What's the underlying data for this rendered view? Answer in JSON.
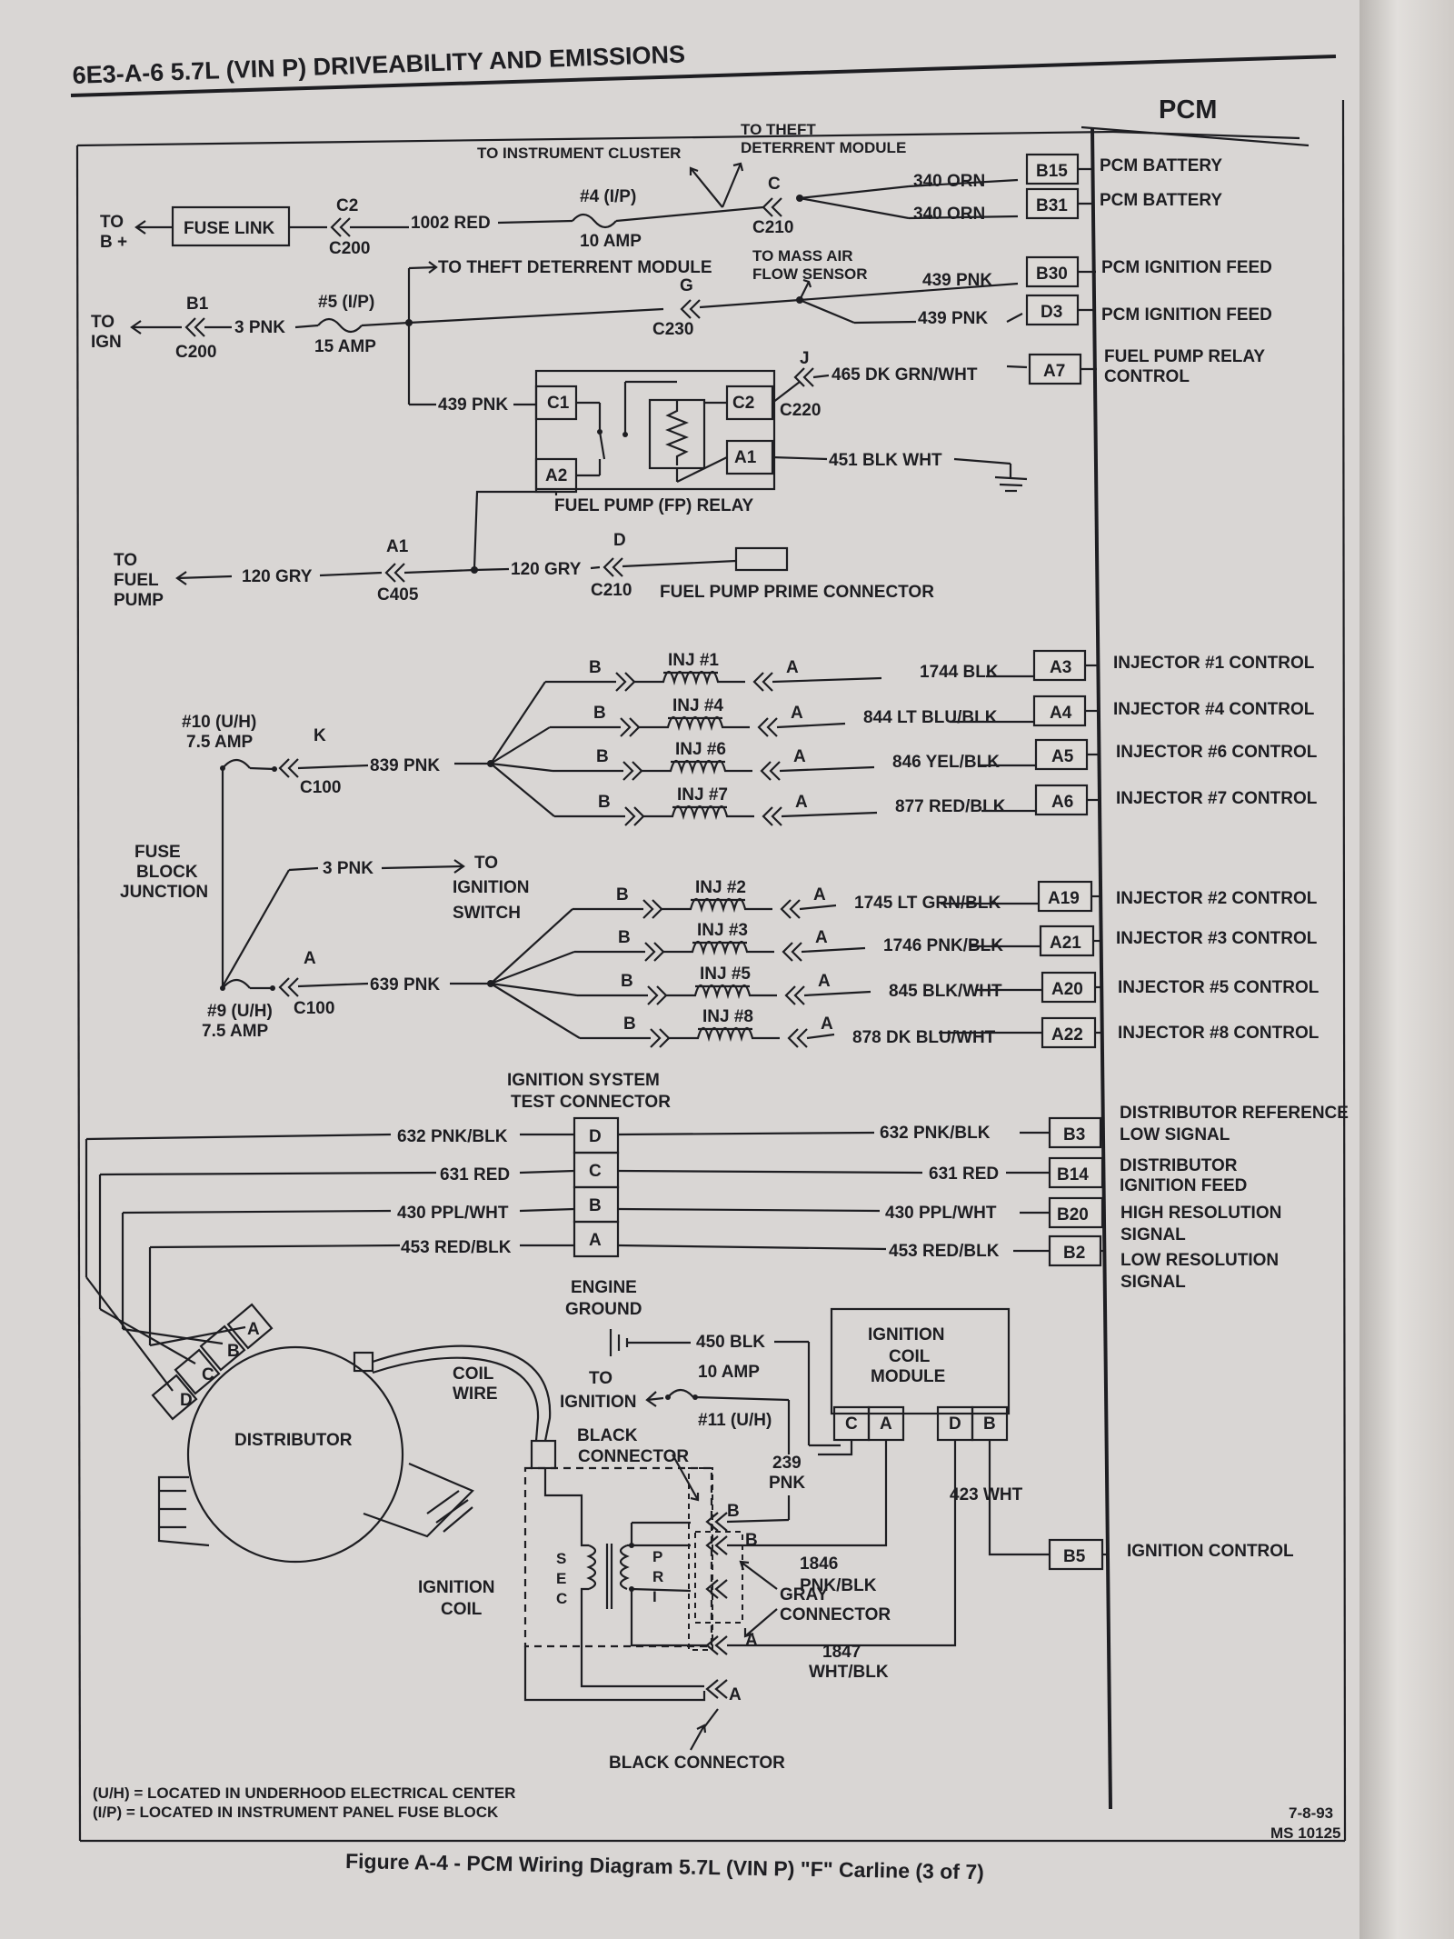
{
  "header": "6E3-A-6 5.7L (VIN P) DRIVEABILITY AND EMISSIONS",
  "pcm_title": "PCM",
  "caption": "Figure A-4 - PCM Wiring Diagram 5.7L (VIN P) \"F\" Carline (3 of 7)",
  "date_code": "7-8-93",
  "doc_code": "MS 10125",
  "footnotes": [
    "(U/H) = LOCATED IN UNDERHOOD ELECTRICAL CENTER",
    "(I/P) = LOCATED IN INSTRUMENT PANEL FUSE BLOCK"
  ],
  "pcm_pins": [
    {
      "pin": "B15",
      "label": [
        "PCM BATTERY"
      ],
      "wire": "340 ORN"
    },
    {
      "pin": "B31",
      "label": [
        "PCM BATTERY"
      ],
      "wire": "340 ORN"
    },
    {
      "pin": "B30",
      "label": [
        "PCM IGNITION FEED"
      ],
      "wire": "439 PNK"
    },
    {
      "pin": "D3",
      "label": [
        "PCM IGNITION FEED"
      ],
      "wire": "439 PNK"
    },
    {
      "pin": "A7",
      "label": [
        "FUEL PUMP RELAY",
        "CONTROL"
      ],
      "wire": "465 DK GRN/WHT"
    },
    {
      "pin": "A3",
      "label": [
        "INJECTOR #1 CONTROL"
      ],
      "wire": "1744 BLK"
    },
    {
      "pin": "A4",
      "label": [
        "INJECTOR #4 CONTROL"
      ],
      "wire": "844 LT BLU/BLK"
    },
    {
      "pin": "A5",
      "label": [
        "INJECTOR #6 CONTROL"
      ],
      "wire": "846 YEL/BLK"
    },
    {
      "pin": "A6",
      "label": [
        "INJECTOR #7 CONTROL"
      ],
      "wire": "877 RED/BLK"
    },
    {
      "pin": "A19",
      "label": [
        "INJECTOR #2 CONTROL"
      ],
      "wire": "1745 LT GRN/BLK"
    },
    {
      "pin": "A21",
      "label": [
        "INJECTOR #3 CONTROL"
      ],
      "wire": "1746 PNK/BLK"
    },
    {
      "pin": "A20",
      "label": [
        "INJECTOR #5 CONTROL"
      ],
      "wire": "845 BLK/WHT"
    },
    {
      "pin": "A22",
      "label": [
        "INJECTOR #8 CONTROL"
      ],
      "wire": "878 DK BLU/WHT"
    },
    {
      "pin": "B3",
      "label": [
        "DISTRIBUTOR REFERENCE",
        "LOW SIGNAL"
      ],
      "wire": "632 PNK/BLK"
    },
    {
      "pin": "B14",
      "label": [
        "DISTRIBUTOR",
        "IGNITION FEED"
      ],
      "wire": "631 RED"
    },
    {
      "pin": "B20",
      "label": [
        "HIGH RESOLUTION",
        "SIGNAL"
      ],
      "wire": "430 PPL/WHT"
    },
    {
      "pin": "B2",
      "label": [
        "LOW RESOLUTION",
        "SIGNAL"
      ],
      "wire": "453 RED/BLK"
    },
    {
      "pin": "B5",
      "label": [
        "IGNITION CONTROL"
      ],
      "wire": ""
    }
  ],
  "injectors_bank1": [
    {
      "name": "INJ #1"
    },
    {
      "name": "INJ #4"
    },
    {
      "name": "INJ #6"
    },
    {
      "name": "INJ #7"
    }
  ],
  "injectors_bank2": [
    {
      "name": "INJ #2"
    },
    {
      "name": "INJ #3"
    },
    {
      "name": "INJ #5"
    },
    {
      "name": "INJ #8"
    }
  ],
  "labels": {
    "to_b_plus": [
      "TO",
      "B +"
    ],
    "fuse_link": "FUSE LINK",
    "c2": "C2",
    "c200": "C200",
    "wire_1002": "1002 RED",
    "fuse4": "#4 (I/P)",
    "amp10": "10 AMP",
    "to_instrument_cluster": "TO INSTRUMENT CLUSTER",
    "to_theft_module_top": [
      "TO THEFT",
      "DETERRENT MODULE"
    ],
    "c_pin": "C",
    "c210": "C210",
    "to_ign": [
      "TO",
      "IGN"
    ],
    "b1": "B1",
    "pnk3": "3 PNK",
    "c200b": "C200",
    "fuse5": "#5 (I/P)",
    "amp15": "15 AMP",
    "to_theft_module_mid": "TO THEFT DETERRENT MODULE",
    "to_maf": [
      "TO MASS AIR",
      "FLOW SENSOR"
    ],
    "g_pin": "G",
    "c230": "C230",
    "wire_439": "439 PNK",
    "relay_c1": "C1",
    "relay_c2": "C2",
    "relay_a1": "A1",
    "relay_a2": "A2",
    "j_pin": "J",
    "c220": "C220",
    "wire_451": "451 BLK WHT",
    "fp_relay": "FUEL PUMP (FP) RELAY",
    "to_fuel_pump": [
      "TO",
      "FUEL",
      "PUMP"
    ],
    "a1": "A1",
    "c405": "C405",
    "wire_120": "120 GRY",
    "d_pin": "D",
    "c210b": "C210",
    "fp_prime": "FUEL PUMP PRIME CONNECTOR",
    "fuse10": [
      "#10 (U/H)",
      "7.5 AMP"
    ],
    "k_pin": "K",
    "c100": "C100",
    "wire_839": "839 PNK",
    "fuse_block_junction": [
      "FUSE",
      "BLOCK",
      "JUNCTION"
    ],
    "pnk3b": "3 PNK",
    "to_ign_switch": [
      "TO",
      "IGNITION",
      "SWITCH"
    ],
    "fuse9": [
      "#9 (U/H)",
      "7.5 AMP"
    ],
    "a_pin": "A",
    "c100b": "C100",
    "wire_639": "639 PNK",
    "inj_b": "B",
    "inj_a": "A",
    "ign_test": [
      "IGNITION SYSTEM",
      "TEST CONNECTOR"
    ],
    "tc_d": "D",
    "tc_c": "C",
    "tc_b": "B",
    "tc_a": "A",
    "engine_ground": [
      "ENGINE",
      "GROUND"
    ],
    "wire_450": "450 BLK",
    "to_ignition": [
      "TO",
      "IGNITION"
    ],
    "fuse11": "#11 (U/H)",
    "ign_coil_module": [
      "IGNITION",
      "COIL",
      "MODULE"
    ],
    "icm_c": "C",
    "icm_a": "A",
    "icm_d": "D",
    "icm_b": "B",
    "coil_wire": [
      "COIL",
      "WIRE"
    ],
    "distributor": "DISTRIBUTOR",
    "dist_a": "A",
    "dist_b": "B",
    "dist_c": "C",
    "dist_d": "D",
    "black_connector_top": [
      "BLACK",
      "CONNECTOR"
    ],
    "wire_239": [
      "239",
      "PNK"
    ],
    "wire_423": "423 WHT",
    "wire_1846": [
      "1846",
      "PNK/BLK"
    ],
    "gray_connector": [
      "GRAY",
      "CONNECTOR"
    ],
    "wire_1847": [
      "1847",
      "WHT/BLK"
    ],
    "ignition_coil": [
      "IGNITION",
      "COIL"
    ],
    "sec": [
      "S",
      "E",
      "C"
    ],
    "pri": [
      "P",
      "R",
      "I"
    ],
    "bc_b": "B",
    "gc_b": "B",
    "gc_a": "A",
    "bc_a": "A",
    "black_connector_bottom": "BLACK CONNECTOR"
  }
}
